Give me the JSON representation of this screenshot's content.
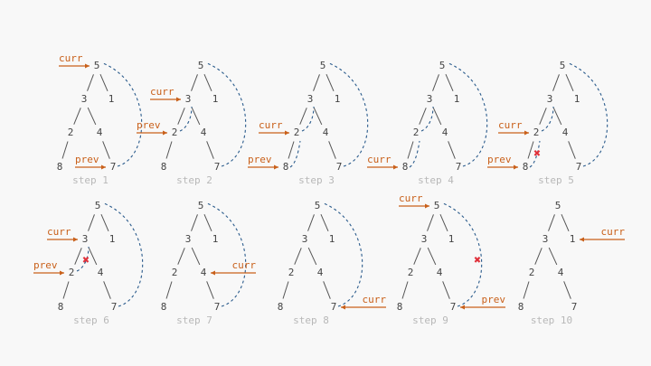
{
  "title": "Morris traversal steps",
  "colors": {
    "pointer": "#c9601a",
    "thread": "#2a5b8c",
    "cross": "#e0303a",
    "node": "#444444",
    "step_label": "#b8b8b8"
  },
  "tree": {
    "nodes": [
      "5",
      "3",
      "1",
      "2",
      "4",
      "8",
      "7"
    ],
    "edges": [
      [
        "5",
        "3"
      ],
      [
        "5",
        "1"
      ],
      [
        "3",
        "2"
      ],
      [
        "3",
        "4"
      ],
      [
        "2",
        "8"
      ],
      [
        "4",
        "7"
      ]
    ]
  },
  "pointer_labels": {
    "curr": "curr",
    "prev": "prev"
  },
  "cross_symbol": "✖",
  "steps": [
    {
      "label": "step 1",
      "curr": {
        "node": "5",
        "side": "left"
      },
      "prev": {
        "node": "7",
        "side": "left"
      },
      "threads": [
        {
          "from": "7",
          "to": "5"
        }
      ]
    },
    {
      "label": "step 2",
      "curr": {
        "node": "3",
        "side": "left"
      },
      "prev": {
        "node": "2",
        "side": "left"
      },
      "threads": [
        {
          "from": "7",
          "to": "5"
        },
        {
          "from": "2",
          "to": "3"
        }
      ]
    },
    {
      "label": "step 3",
      "curr": {
        "node": "2",
        "side": "left"
      },
      "prev": {
        "node": "8",
        "side": "left"
      },
      "threads": [
        {
          "from": "7",
          "to": "5"
        },
        {
          "from": "2",
          "to": "3"
        },
        {
          "from": "8",
          "to": "2"
        }
      ]
    },
    {
      "label": "step 4",
      "curr": {
        "node": "8",
        "side": "left"
      },
      "prev": null,
      "threads": [
        {
          "from": "7",
          "to": "5"
        },
        {
          "from": "2",
          "to": "3"
        },
        {
          "from": "8",
          "to": "2"
        }
      ]
    },
    {
      "label": "step 5",
      "curr": {
        "node": "2",
        "side": "left"
      },
      "prev": {
        "node": "8",
        "side": "left"
      },
      "threads": [
        {
          "from": "7",
          "to": "5"
        },
        {
          "from": "2",
          "to": "3"
        },
        {
          "from": "8",
          "to": "2",
          "removed": true
        }
      ]
    },
    {
      "label": "step 6",
      "curr": {
        "node": "3",
        "side": "left"
      },
      "prev": {
        "node": "2",
        "side": "left"
      },
      "threads": [
        {
          "from": "7",
          "to": "5"
        },
        {
          "from": "2",
          "to": "3",
          "removed": true
        }
      ]
    },
    {
      "label": "step 7",
      "curr": {
        "node": "4",
        "side": "right"
      },
      "prev": null,
      "threads": [
        {
          "from": "7",
          "to": "5"
        }
      ]
    },
    {
      "label": "step 8",
      "curr": {
        "node": "7",
        "side": "right"
      },
      "prev": null,
      "threads": [
        {
          "from": "7",
          "to": "5"
        }
      ]
    },
    {
      "label": "step 9",
      "curr": {
        "node": "5",
        "side": "left"
      },
      "prev": {
        "node": "7",
        "side": "right"
      },
      "threads": [
        {
          "from": "7",
          "to": "5",
          "removed": true
        }
      ]
    },
    {
      "label": "step 10",
      "curr": {
        "node": "1",
        "side": "right"
      },
      "prev": null,
      "threads": []
    }
  ]
}
